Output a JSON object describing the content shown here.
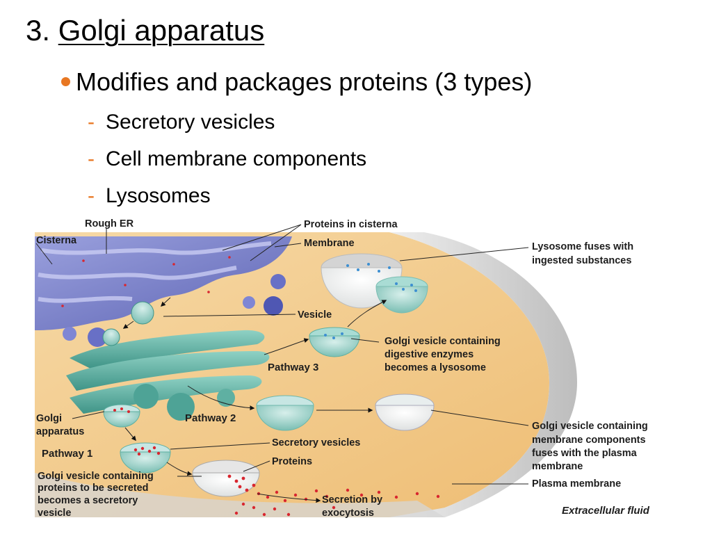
{
  "slide": {
    "number": "3.",
    "title": "Golgi apparatus",
    "bullet": "Modifies and packages proteins (3 types)",
    "subitems": [
      "Secretory vesicles",
      "Cell membrane components",
      "Lysosomes"
    ]
  },
  "diagram": {
    "labels": {
      "rough_er": "Rough ER",
      "cisterna": "Cisterna",
      "proteins_in_cisterna": "Proteins in cisterna",
      "membrane": "Membrane",
      "lysosome_fuses_1": "Lysosome fuses with",
      "lysosome_fuses_2": "ingested substances",
      "vesicle": "Vesicle",
      "golgi_vesicle_digestive_1": "Golgi vesicle containing",
      "golgi_vesicle_digestive_2": "digestive enzymes",
      "golgi_vesicle_digestive_3": "becomes a lysosome",
      "pathway_3": "Pathway 3",
      "pathway_2": "Pathway 2",
      "pathway_1": "Pathway 1",
      "golgi_apparatus_1": "Golgi",
      "golgi_apparatus_2": "apparatus",
      "golgi_vesicle_membrane_1": "Golgi vesicle containing",
      "golgi_vesicle_membrane_2": "membrane components",
      "golgi_vesicle_membrane_3": "fuses with the plasma",
      "golgi_vesicle_membrane_4": "membrane",
      "secretory_vesicles": "Secretory vesicles",
      "proteins": "Proteins",
      "golgi_vesicle_secreted_1": "Golgi vesicle containing",
      "golgi_vesicle_secreted_2": "proteins to be secreted",
      "golgi_vesicle_secreted_3": "becomes a secretory",
      "golgi_vesicle_secreted_4": "vesicle",
      "plasma_membrane": "Plasma membrane",
      "secretion_1": "Secretion by",
      "secretion_2": "exocytosis",
      "extracellular_fluid": "Extracellular fluid"
    },
    "colors": {
      "bullet_accent": "#e87722",
      "cytoplasm": "#f2c98a",
      "rough_er": "#7f86cc",
      "golgi": "#5fb0a2",
      "vesicle_rim": "#c7e6e3",
      "protein": "#d8262f",
      "membrane": "#dedede"
    }
  }
}
